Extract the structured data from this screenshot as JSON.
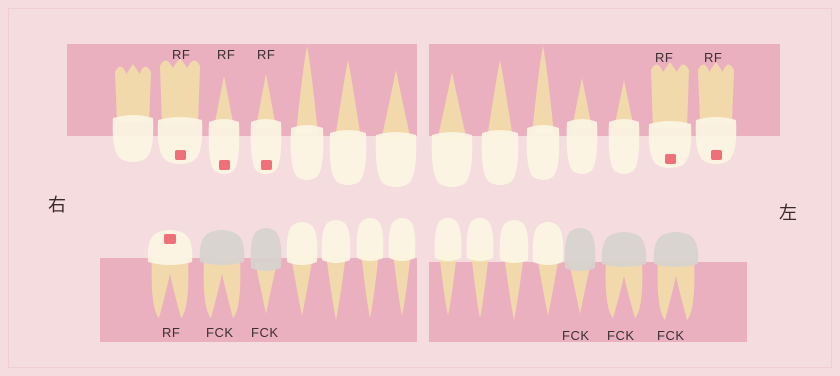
{
  "side_labels": {
    "right": "右",
    "left": "左"
  },
  "upper_codes": [
    "RF",
    "RF",
    "RF",
    "RF",
    "RF"
  ],
  "lower_codes": [
    "RF",
    "FCK",
    "FCK",
    "FCK",
    "FCK",
    "FCK"
  ],
  "colors": {
    "background": "#f5dcdf",
    "band": "#eab0bf",
    "tooth_crown": "#fbf5e3",
    "tooth_root": "#f3e1a8",
    "crown_gray": "#d7d3cf",
    "filling": "#f0707a"
  }
}
